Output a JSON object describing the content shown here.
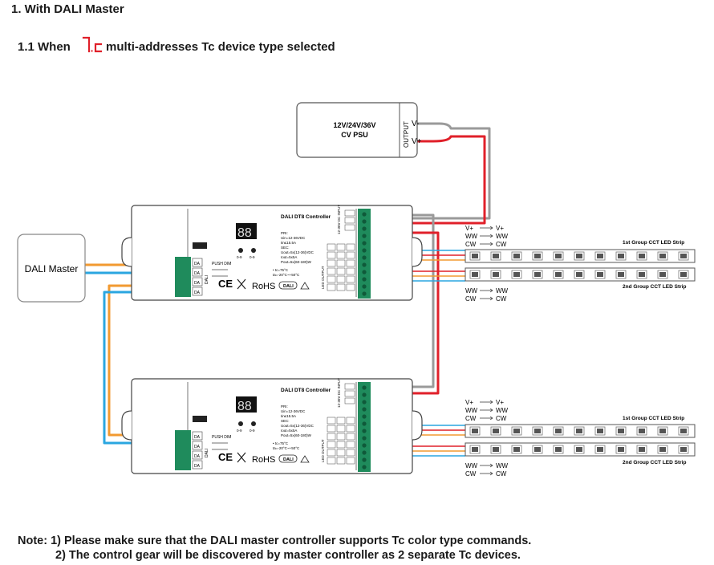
{
  "section_title": "1. With DALI Master",
  "subsection": {
    "prefix": "1.1 When",
    "code": "7.c",
    "suffix": "multi-addresses Tc device type selected"
  },
  "psu": {
    "label_line1": "12V/24V/36V",
    "label_line2": "CV PSU",
    "output_label": "OUTPUT",
    "v_minus": "V-",
    "v_plus": "V+"
  },
  "dali_master": {
    "label": "DALI Master"
  },
  "controller": {
    "title": "DALI DT8 Controller",
    "display": "88",
    "knob_a": "0-9",
    "knob_b": "0-9",
    "pri_lines": [
      "PRI:",
      "Uin=12-36VDC",
      "Iin≤15.5A",
      "SEC:",
      "Uout=5x(12-36)VDC",
      "Iout=5x5A",
      "Pout=5x(60-180)W"
    ],
    "temp_lines": [
      "• tc=75°C",
      "ta=-20°C~+50°C"
    ],
    "power_label": "12-36V DC INPUT",
    "led_label": "LED OUTPUT",
    "terminals_left": [
      "DA",
      "DA",
      "DA",
      "DA"
    ],
    "dali_label": "DALI",
    "push_label": "PUSH DIM",
    "ce": "CE",
    "rohs": "RoHS",
    "dali_logo": "DALI"
  },
  "strips": {
    "group1_label": "1st Group CCT LED Strip",
    "group2_label": "2nd Group CCT LED Strip",
    "top_pins": [
      "V+",
      "WW",
      "CW"
    ],
    "bottom_pins": [
      "WW",
      "CW"
    ]
  },
  "colors": {
    "red": "#e0202a",
    "orange": "#f29a30",
    "blue": "#2aa6e0",
    "gray": "#9a9a9a",
    "terminal": "#1f8b5c"
  },
  "notes": {
    "line1": "Note: 1) Please make sure that the DALI master controller supports Tc color type commands.",
    "line2": "2) The control gear will be discovered by master controller as 2 separate Tc devices."
  }
}
